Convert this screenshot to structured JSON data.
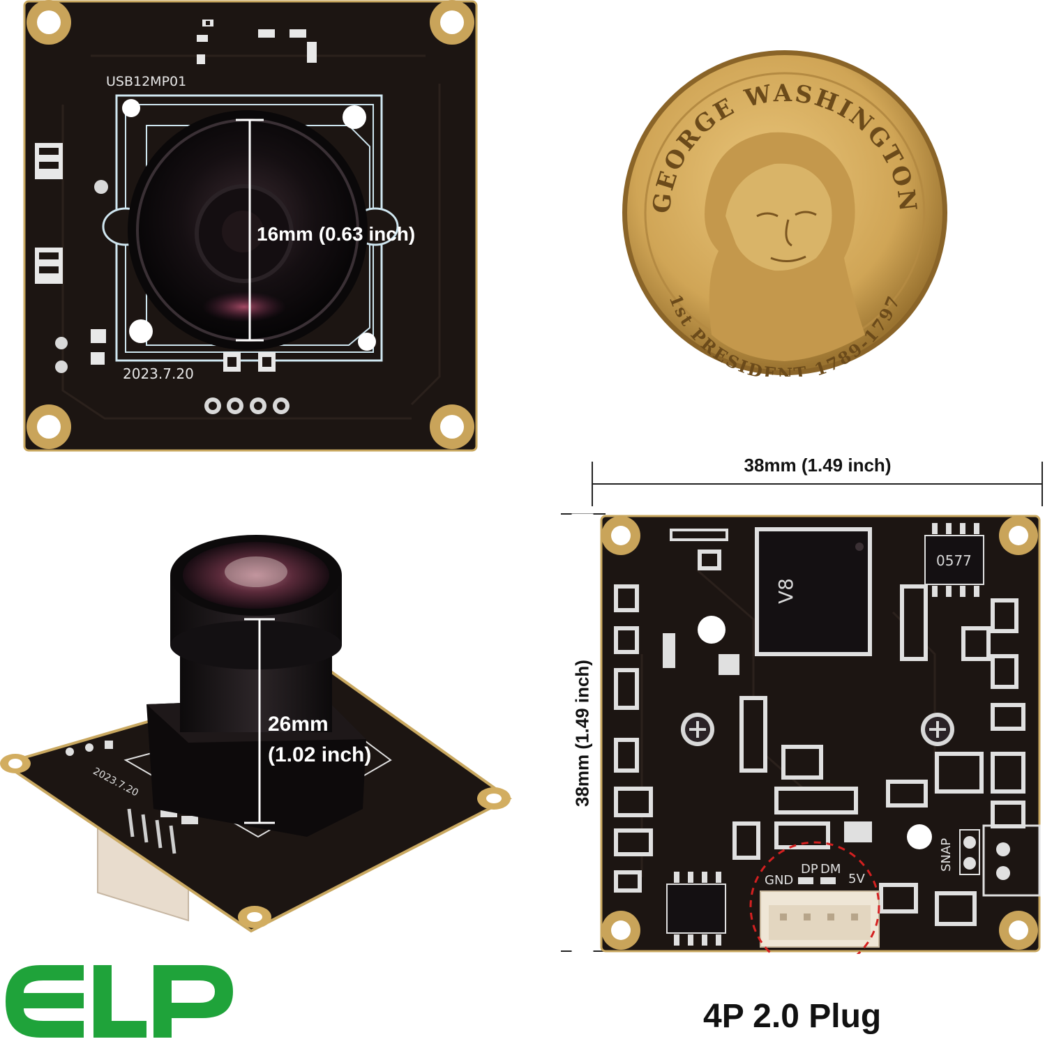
{
  "top_board": {
    "model_text": "USB12MP01",
    "date_text": "2023.7.20",
    "lens_dimension": "16mm (0.63 inch)"
  },
  "coin": {
    "top_text": "GEORGE WASHINGTON",
    "bottom_text": "1st PRESIDENT 1789-1797"
  },
  "side_board": {
    "date_text": "2023.7.20",
    "height_line1": "26mm",
    "height_line2": "(1.02 inch)"
  },
  "back_board": {
    "width_dimension": "38mm (1.49 inch)",
    "height_dimension": "38mm (1.49 inch)",
    "chip_text": "V8",
    "ic_text": "0577",
    "pin_gnd": "GND",
    "pin_dp": "DP",
    "pin_dm": "DM",
    "pin_5v": "5V",
    "snap_text": "SNAP",
    "connector_caption": "4P 2.0 Plug"
  },
  "logo": {
    "text": "ELP",
    "color": "#1fa33a"
  },
  "colors": {
    "pcb": "#1c1512",
    "gold": "#d8b46a",
    "coin": "#d1a85a",
    "red_dashed": "#d42020"
  }
}
